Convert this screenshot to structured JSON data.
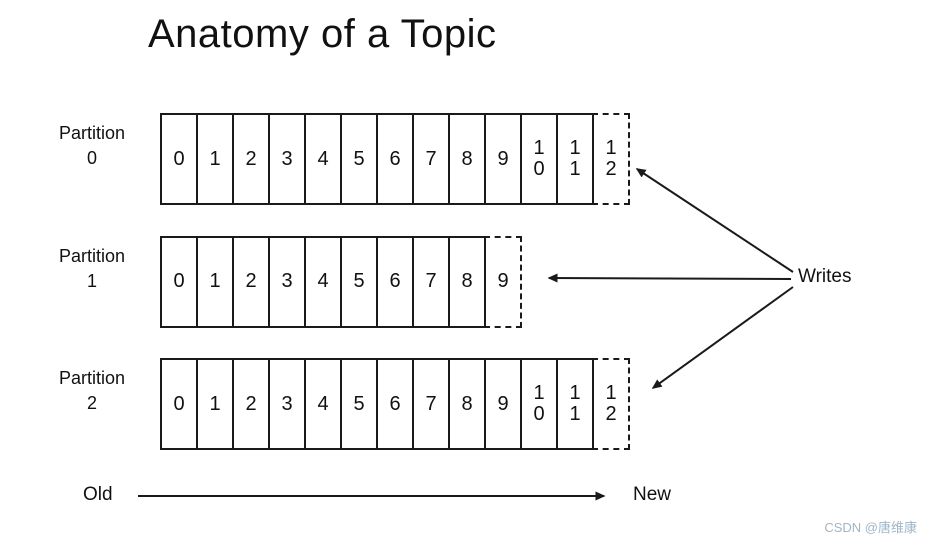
{
  "title": "Anatomy of a Topic",
  "writes_label": "Writes",
  "old_label": "Old",
  "new_label": "New",
  "watermark": "CSDN @唐维康",
  "colors": {
    "line": "#1a1a1a",
    "watermark": "#9fb6c6"
  },
  "partitions": [
    {
      "name": "Partition",
      "number": "0",
      "cells": [
        {
          "label": "0",
          "dashed": false
        },
        {
          "label": "1",
          "dashed": false
        },
        {
          "label": "2",
          "dashed": false
        },
        {
          "label": "3",
          "dashed": false
        },
        {
          "label": "4",
          "dashed": false
        },
        {
          "label": "5",
          "dashed": false
        },
        {
          "label": "6",
          "dashed": false
        },
        {
          "label": "7",
          "dashed": false
        },
        {
          "label": "8",
          "dashed": false
        },
        {
          "label": "9",
          "dashed": false
        },
        {
          "label": "10",
          "dashed": false
        },
        {
          "label": "11",
          "dashed": false
        },
        {
          "label": "12",
          "dashed": true
        }
      ]
    },
    {
      "name": "Partition",
      "number": "1",
      "cells": [
        {
          "label": "0",
          "dashed": false
        },
        {
          "label": "1",
          "dashed": false
        },
        {
          "label": "2",
          "dashed": false
        },
        {
          "label": "3",
          "dashed": false
        },
        {
          "label": "4",
          "dashed": false
        },
        {
          "label": "5",
          "dashed": false
        },
        {
          "label": "6",
          "dashed": false
        },
        {
          "label": "7",
          "dashed": false
        },
        {
          "label": "8",
          "dashed": false
        },
        {
          "label": "9",
          "dashed": true
        }
      ]
    },
    {
      "name": "Partition",
      "number": "2",
      "cells": [
        {
          "label": "0",
          "dashed": false
        },
        {
          "label": "1",
          "dashed": false
        },
        {
          "label": "2",
          "dashed": false
        },
        {
          "label": "3",
          "dashed": false
        },
        {
          "label": "4",
          "dashed": false
        },
        {
          "label": "5",
          "dashed": false
        },
        {
          "label": "6",
          "dashed": false
        },
        {
          "label": "7",
          "dashed": false
        },
        {
          "label": "8",
          "dashed": false
        },
        {
          "label": "9",
          "dashed": false
        },
        {
          "label": "10",
          "dashed": false
        },
        {
          "label": "11",
          "dashed": false
        },
        {
          "label": "12",
          "dashed": true
        }
      ]
    }
  ]
}
